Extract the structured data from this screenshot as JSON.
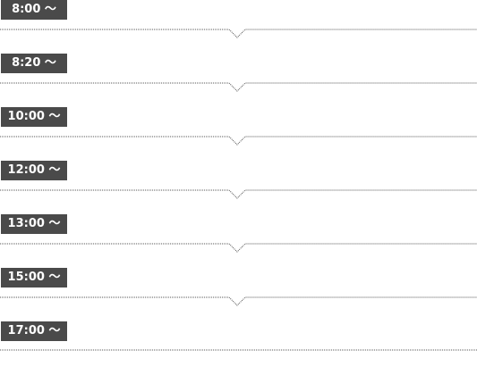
{
  "schedule": {
    "slots": [
      {
        "time": "8:00 〜"
      },
      {
        "time": "8:20 〜"
      },
      {
        "time": "10:00 〜"
      },
      {
        "time": "12:00 〜"
      },
      {
        "time": "13:00 〜"
      },
      {
        "time": "15:00 〜"
      },
      {
        "time": "17:00 〜"
      }
    ]
  },
  "colors": {
    "badge_background": "#4a4a4a",
    "badge_text": "#ffffff",
    "divider": "#555555"
  }
}
